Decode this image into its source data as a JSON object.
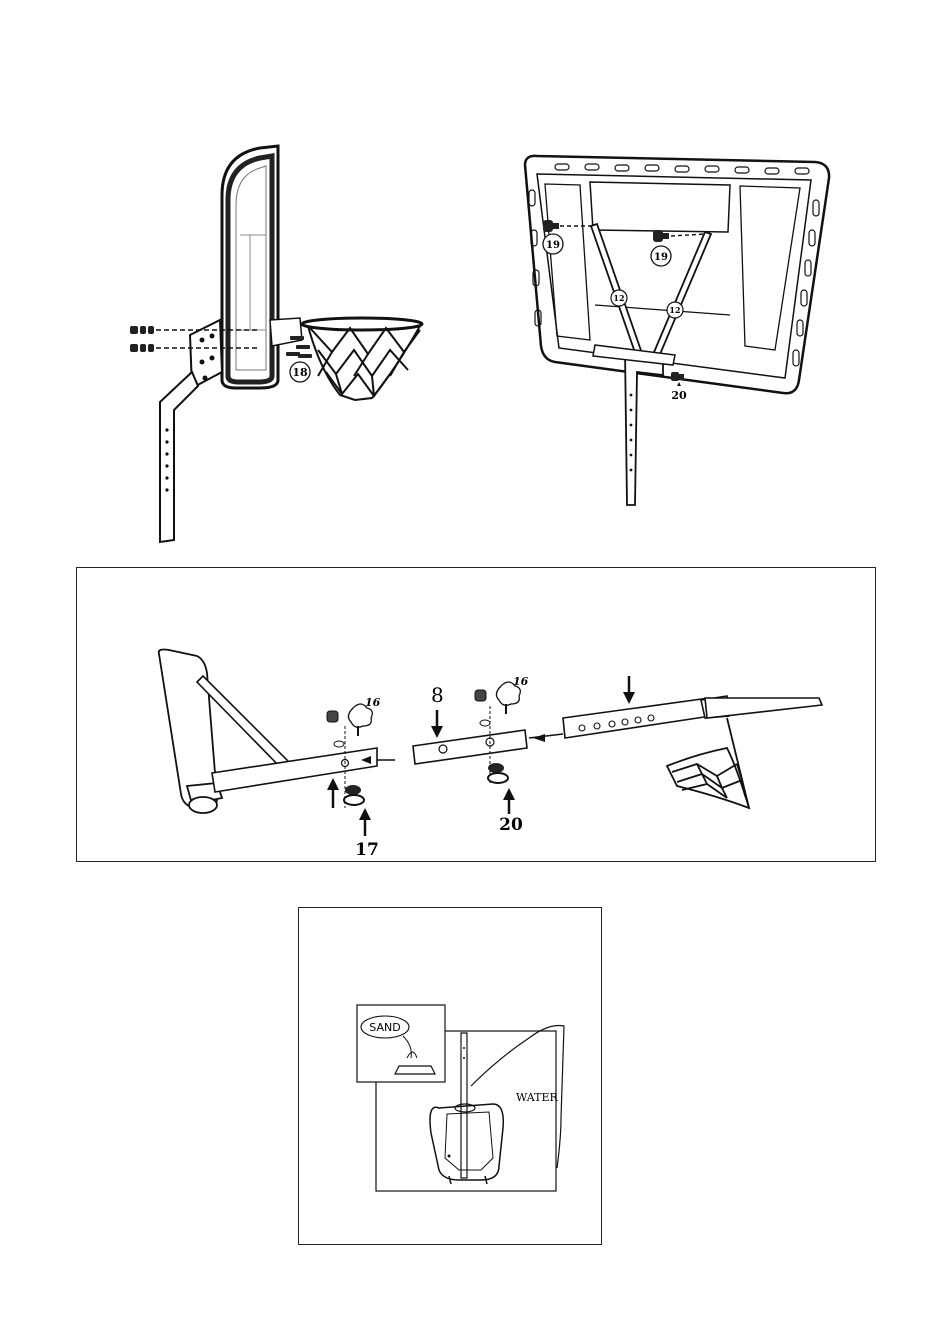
{
  "figure_rim": {
    "part_18": "18"
  },
  "figure_backboard_rear": {
    "part_19_left": "19",
    "part_19_right": "19",
    "part_12_left": "12",
    "part_12_right": "12",
    "part_20": "20"
  },
  "figure_pole_assembly": {
    "part_16_left": "16",
    "part_16_right": "16",
    "part_8": "8",
    "part_17": "17",
    "part_20": "20"
  },
  "figure_base_fill": {
    "sand_label": "SAND",
    "water_label": "WATER"
  }
}
